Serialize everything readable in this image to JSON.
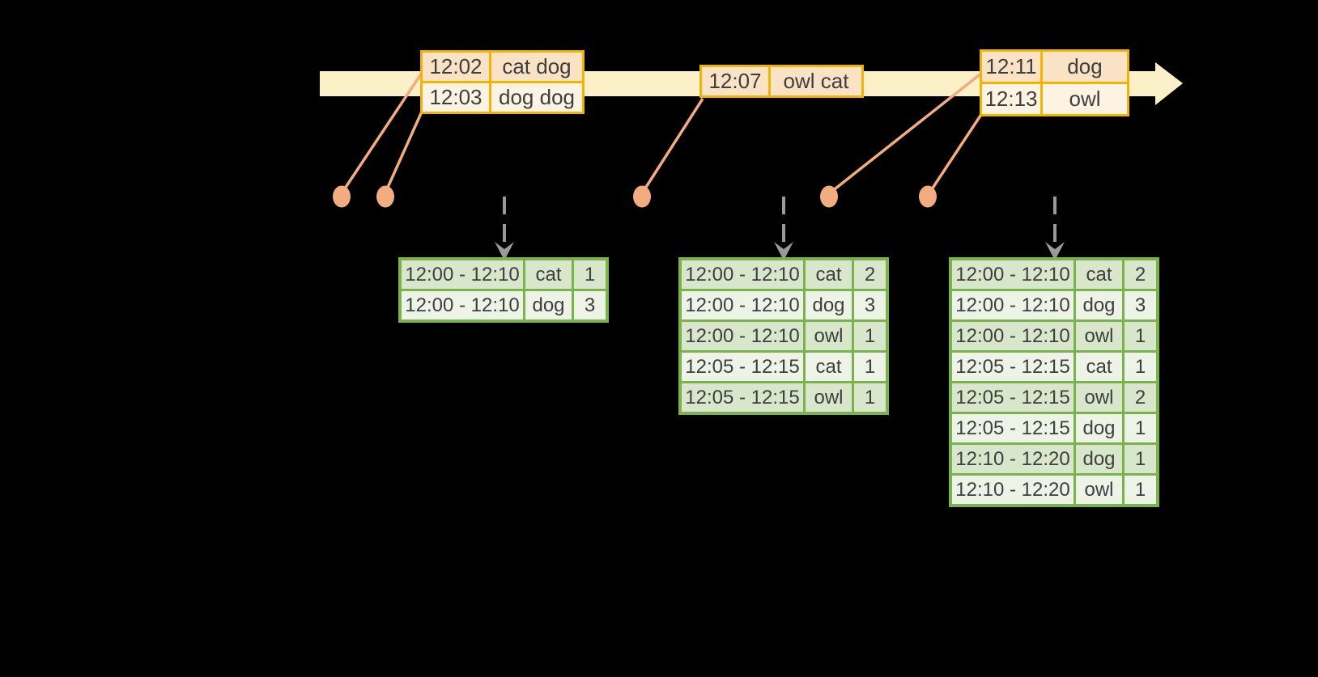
{
  "colors": {
    "background": "#000000",
    "timeline_band": "#FCF0C8",
    "event_border": "#F0B404",
    "event_row_dark": "#FAE2C4",
    "event_row_light": "#FDF3E3",
    "pointer_salmon": "#F2AC80",
    "result_border": "#7BB24B",
    "result_row_dark": "#D8E7CB",
    "result_row_light": "#EDF3E7",
    "trigger_arrow_gray": "#9A9A9A",
    "text_color": "#3E3E3E"
  },
  "timeline": {
    "event_groups": [
      {
        "rows": [
          [
            "12:02",
            "cat dog"
          ],
          [
            "12:03",
            "dog dog"
          ]
        ]
      },
      {
        "rows": [
          [
            "12:07",
            "owl cat"
          ]
        ]
      },
      {
        "rows": [
          [
            "12:11",
            "dog"
          ],
          [
            "12:13",
            "owl"
          ]
        ]
      }
    ]
  },
  "result_tables": [
    {
      "rows": [
        [
          "12:00 - 12:10",
          "cat",
          "1"
        ],
        [
          "12:00 - 12:10",
          "dog",
          "3"
        ]
      ]
    },
    {
      "rows": [
        [
          "12:00 - 12:10",
          "cat",
          "2"
        ],
        [
          "12:00 - 12:10",
          "dog",
          "3"
        ],
        [
          "12:00 - 12:10",
          "owl",
          "1"
        ],
        [
          "12:05 - 12:15",
          "cat",
          "1"
        ],
        [
          "12:05 - 12:15",
          "owl",
          "1"
        ]
      ]
    },
    {
      "rows": [
        [
          "12:00 - 12:10",
          "cat",
          "2"
        ],
        [
          "12:00 - 12:10",
          "dog",
          "3"
        ],
        [
          "12:00 - 12:10",
          "owl",
          "1"
        ],
        [
          "12:05 - 12:15",
          "cat",
          "1"
        ],
        [
          "12:05 - 12:15",
          "owl",
          "2"
        ],
        [
          "12:05 - 12:15",
          "dog",
          "1"
        ],
        [
          "12:10 - 12:20",
          "dog",
          "1"
        ],
        [
          "12:10 - 12:20",
          "owl",
          "1"
        ]
      ]
    }
  ]
}
